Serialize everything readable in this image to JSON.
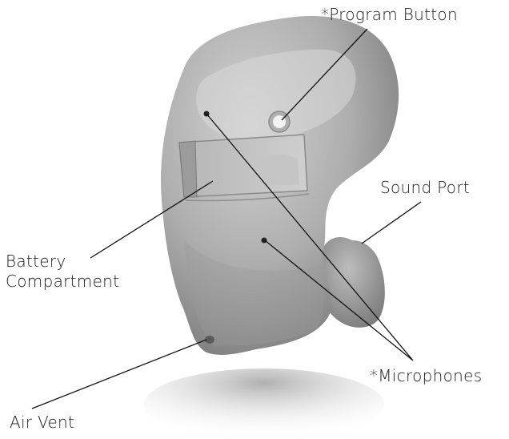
{
  "labels": {
    "program_button": "*Program Button",
    "sound_port": "Sound Port",
    "battery_line1": "Battery",
    "battery_line2": "Compartment",
    "microphones": "*Microphones",
    "air_vent": "Air Vent"
  },
  "colors": {
    "shell_light": "#c9c9c9",
    "shell_mid": "#a6a6a6",
    "shell_dark": "#6f6f6f",
    "leader_line": "#111111",
    "label_text": "#1a1a1a"
  }
}
